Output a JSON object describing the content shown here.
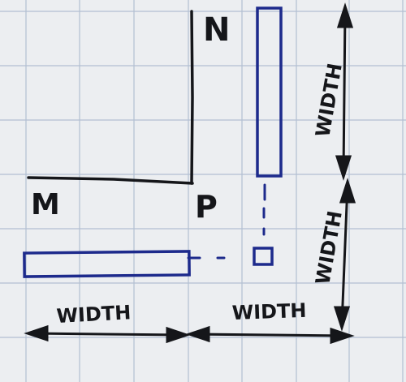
{
  "diagram": {
    "labels": {
      "n": "N",
      "m": "M",
      "p": "P",
      "width_bottom_left": "WIDTH",
      "width_bottom_right": "WIDTH",
      "width_right_top": "WIDTH",
      "width_right_bottom": "WIDTH"
    },
    "colors": {
      "paper": "#eceef1",
      "grid": "#9fb0c8",
      "ink_black": "#15161a",
      "ink_blue": "#1d2a8c"
    }
  }
}
